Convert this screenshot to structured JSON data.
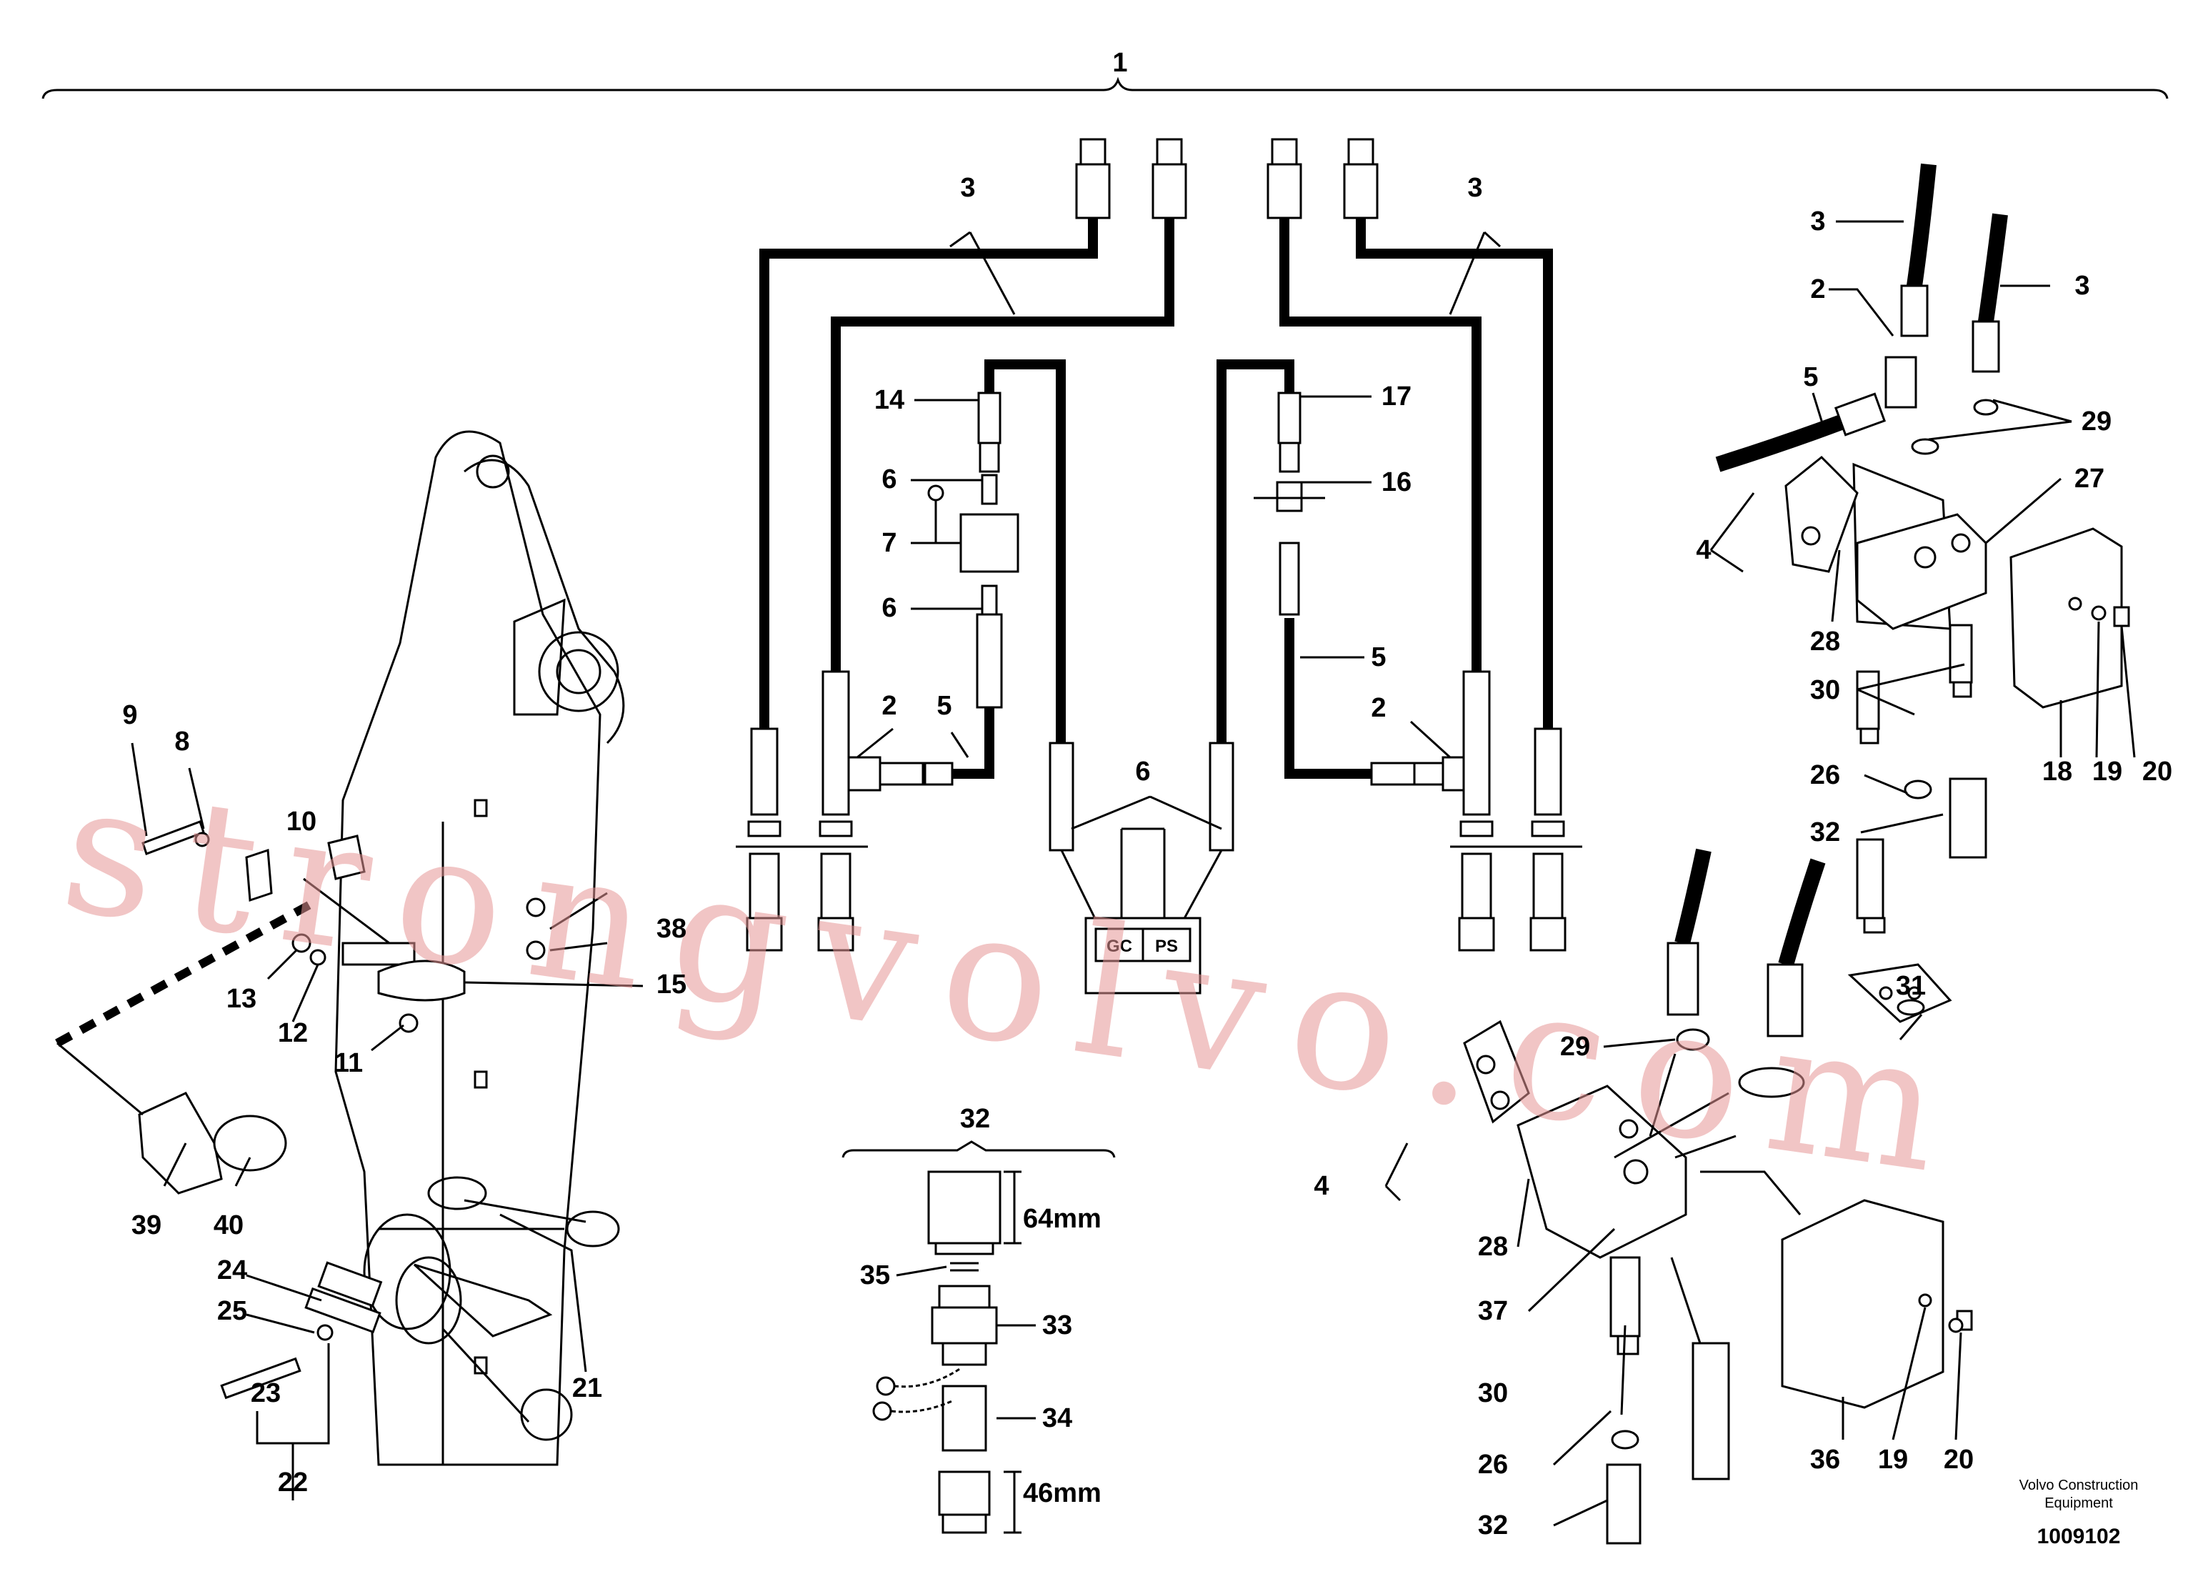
{
  "watermark": "strongvolvo.com",
  "labels": {
    "l1": "1",
    "l2a": "2",
    "l2b": "2",
    "l2c": "2",
    "l3a": "3",
    "l3b": "3",
    "l3c": "3",
    "l3d": "3",
    "l4a": "4",
    "l4b": "4",
    "l5a": "5",
    "l5b": "5",
    "l5c": "5",
    "l6a": "6",
    "l6b": "6",
    "l6c": "6",
    "l7": "7",
    "l8": "8",
    "l9": "9",
    "l10": "10",
    "l11": "11",
    "l12": "12",
    "l13": "13",
    "l14": "14",
    "l15": "15",
    "l16": "16",
    "l17": "17",
    "l18": "18",
    "l19a": "19",
    "l19b": "19",
    "l20a": "20",
    "l20b": "20",
    "l21": "21",
    "l22": "22",
    "l23": "23",
    "l24": "24",
    "l25": "25",
    "l26a": "26",
    "l26b": "26",
    "l27": "27",
    "l28a": "28",
    "l28b": "28",
    "l29a": "29",
    "l29b": "29",
    "l30a": "30",
    "l30b": "30",
    "l31": "31",
    "l32a": "32",
    "l32b": "32",
    "l32c": "32",
    "l33": "33",
    "l34": "34",
    "l35": "35",
    "l36": "36",
    "l37": "37",
    "l38": "38",
    "l39": "39",
    "l40": "40"
  },
  "dimensions": {
    "coupling_length": "64mm",
    "plug_length": "46mm"
  },
  "port_labels": {
    "gc": "GC",
    "ps": "PS"
  },
  "company": {
    "line1": "Volvo Construction",
    "line2": "Equipment"
  },
  "document_number": "1009102"
}
